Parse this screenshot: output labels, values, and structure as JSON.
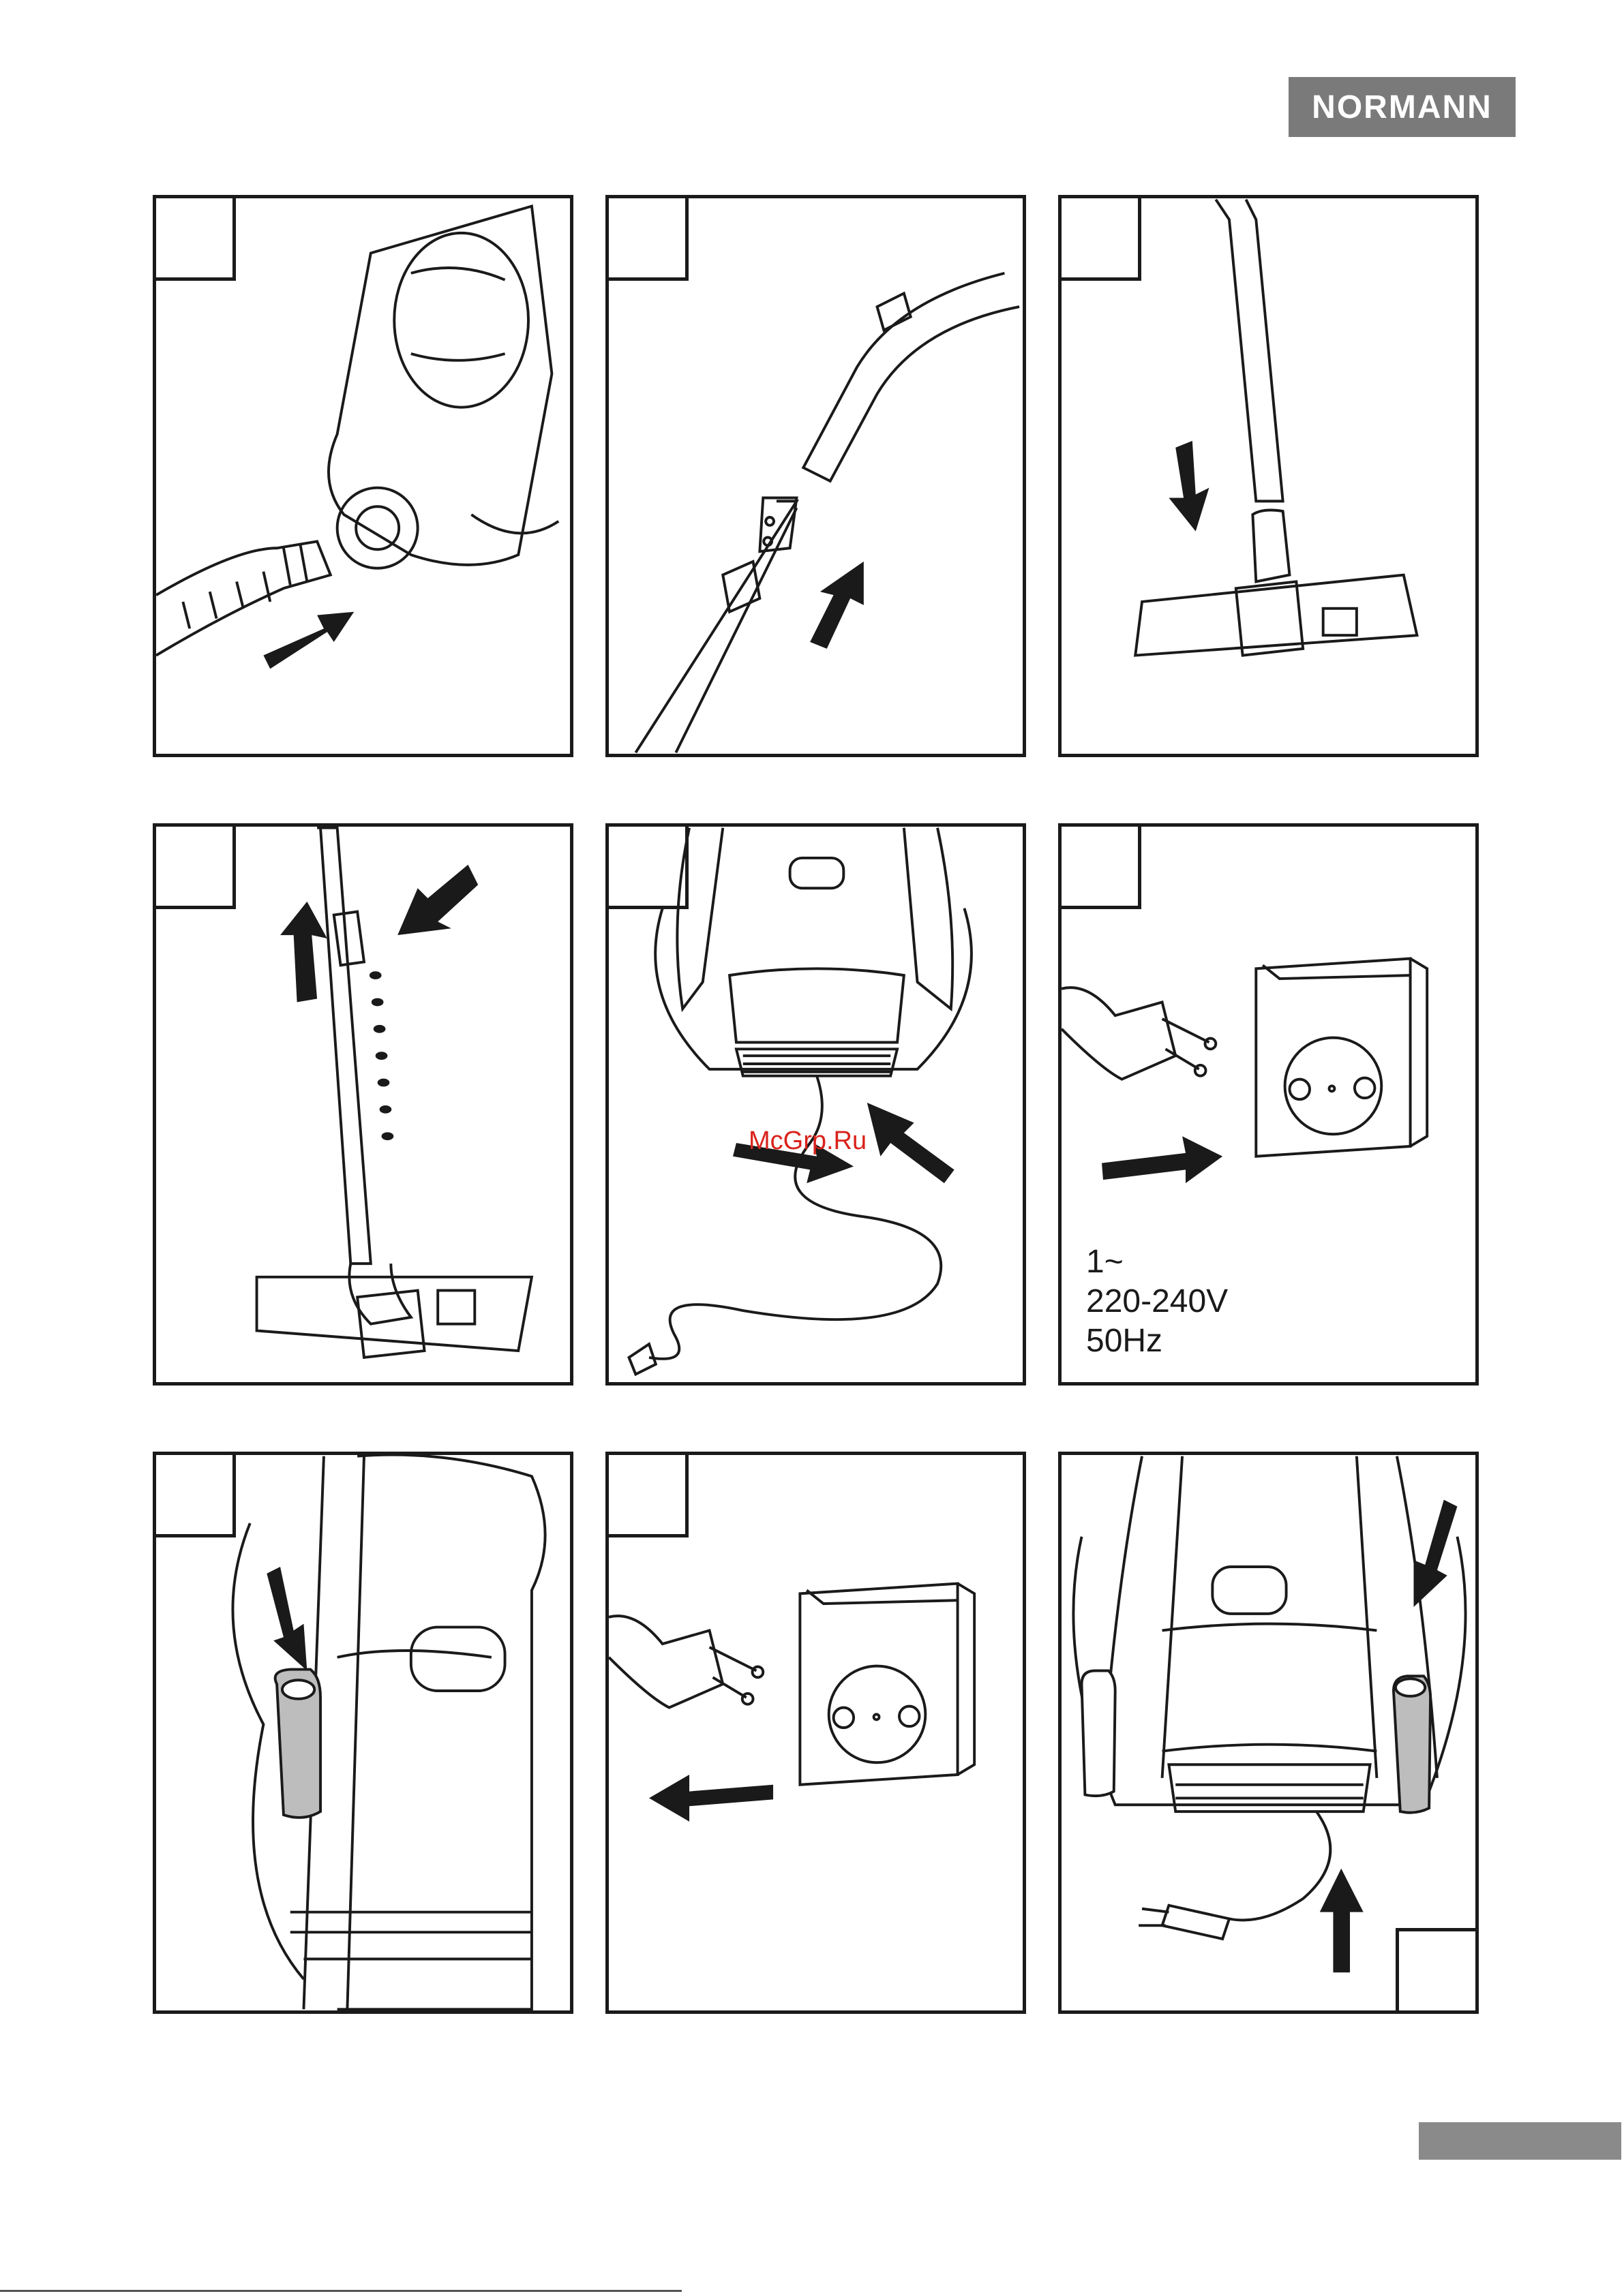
{
  "brand": {
    "logo_text": "NORMANN"
  },
  "panels": [
    {
      "id": 1,
      "step": ""
    },
    {
      "id": 2,
      "step": ""
    },
    {
      "id": 3,
      "step": ""
    },
    {
      "id": 4,
      "step": ""
    },
    {
      "id": 5,
      "step": ""
    },
    {
      "id": 6,
      "step": ""
    },
    {
      "id": 7,
      "step": ""
    },
    {
      "id": 8,
      "step": ""
    },
    {
      "id": 9,
      "step": ""
    }
  ],
  "power_spec": {
    "phase": "1~",
    "voltage": "220-240V",
    "frequency": "50Hz"
  },
  "watermark": {
    "text": "McGrp.Ru"
  },
  "colors": {
    "line": "#1a1a1a",
    "logo_bg": "#7a7a7a",
    "page_bar": "#8a8a8a",
    "watermark": "#d9221b"
  }
}
